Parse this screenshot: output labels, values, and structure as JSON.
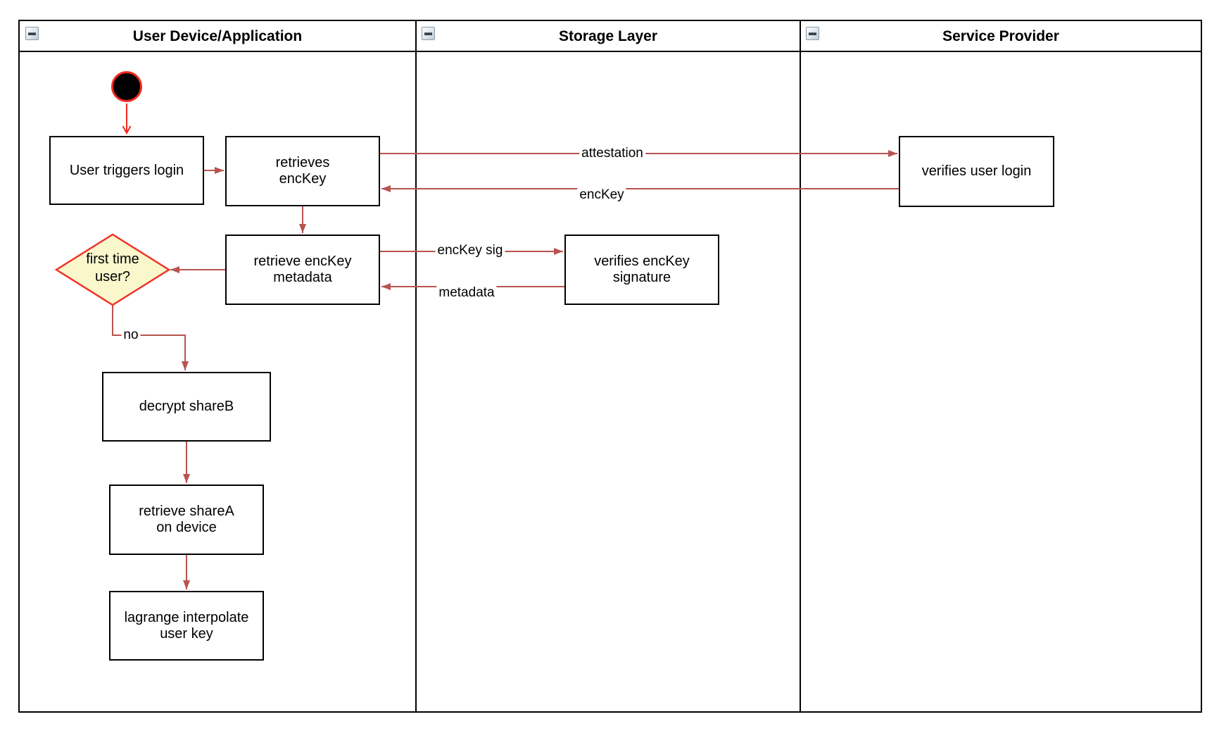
{
  "diagram": {
    "type": "activity-swimlane-flowchart",
    "lanes": [
      {
        "title": "User Device/Application"
      },
      {
        "title": "Storage Layer"
      },
      {
        "title": "Service Provider"
      }
    ],
    "nodes": {
      "user_triggers_login": "User triggers login",
      "retrieves_enckey": "retrieves\nencKey",
      "retrieve_enckey_metadata": "retrieve encKey\nmetadata",
      "first_time_user": "first time\nuser?",
      "decrypt_shareb": "decrypt shareB",
      "retrieve_sharea": "retrieve shareA\non device",
      "lagrange_interpolate": "lagrange interpolate\nuser key",
      "verifies_enckey_signature": "verifies encKey\nsignature",
      "verifies_user_login": "verifies user login"
    },
    "edge_labels": {
      "attestation": "attestation",
      "enckey": "encKey",
      "enckey_sig": "encKey sig",
      "metadata": "metadata",
      "no": "no"
    },
    "colors": {
      "connector": "#B85450",
      "start_arrow": "#F4281E",
      "start_fill": "#000000",
      "start_stroke": "#F4281E",
      "decision_fill": "#FAF7CD",
      "decision_stroke": "#F03428",
      "shape_stroke": "#000000",
      "background": "#FFFFFF"
    }
  }
}
